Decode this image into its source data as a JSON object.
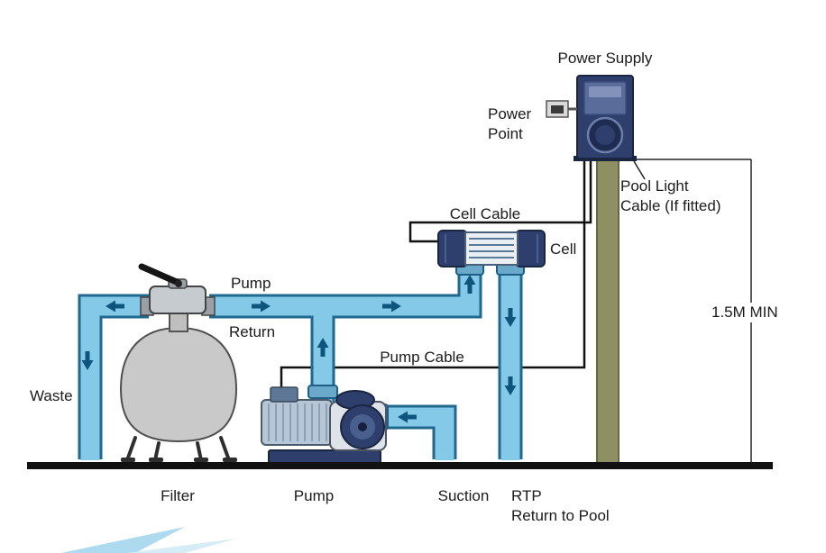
{
  "diagram": {
    "labels": {
      "power_supply": "Power Supply",
      "power_point_1": "Power",
      "power_point_2": "Point",
      "pool_light_1": "Pool Light",
      "pool_light_2": "Cable (If fitted)",
      "cell_cable": "Cell Cable",
      "cell": "Cell",
      "pump_port": "Pump",
      "return_port": "Return",
      "pump_cable": "Pump Cable",
      "waste": "Waste",
      "min_height": "1.5M MIN",
      "filter": "Filter",
      "pump": "Pump",
      "suction": "Suction",
      "rtp": "RTP",
      "return_to_pool": "Return to Pool"
    },
    "colors": {
      "pipe": "#84c9e8",
      "pipe_outline": "#20688e",
      "union": "#6ba9ca",
      "arrow": "#0e557e",
      "navy": "#2e3f6e",
      "navy_dark": "#1a2540",
      "panel_blue": "#5a6c9a",
      "post_olive": "#8e9064",
      "filter_gray": "#c9c9c9",
      "motor_steel": "#b7c6d6",
      "ground": "#111111",
      "cable": "#111111",
      "text": "#1b1b1b",
      "swoosh": "#9fd4ec"
    }
  }
}
